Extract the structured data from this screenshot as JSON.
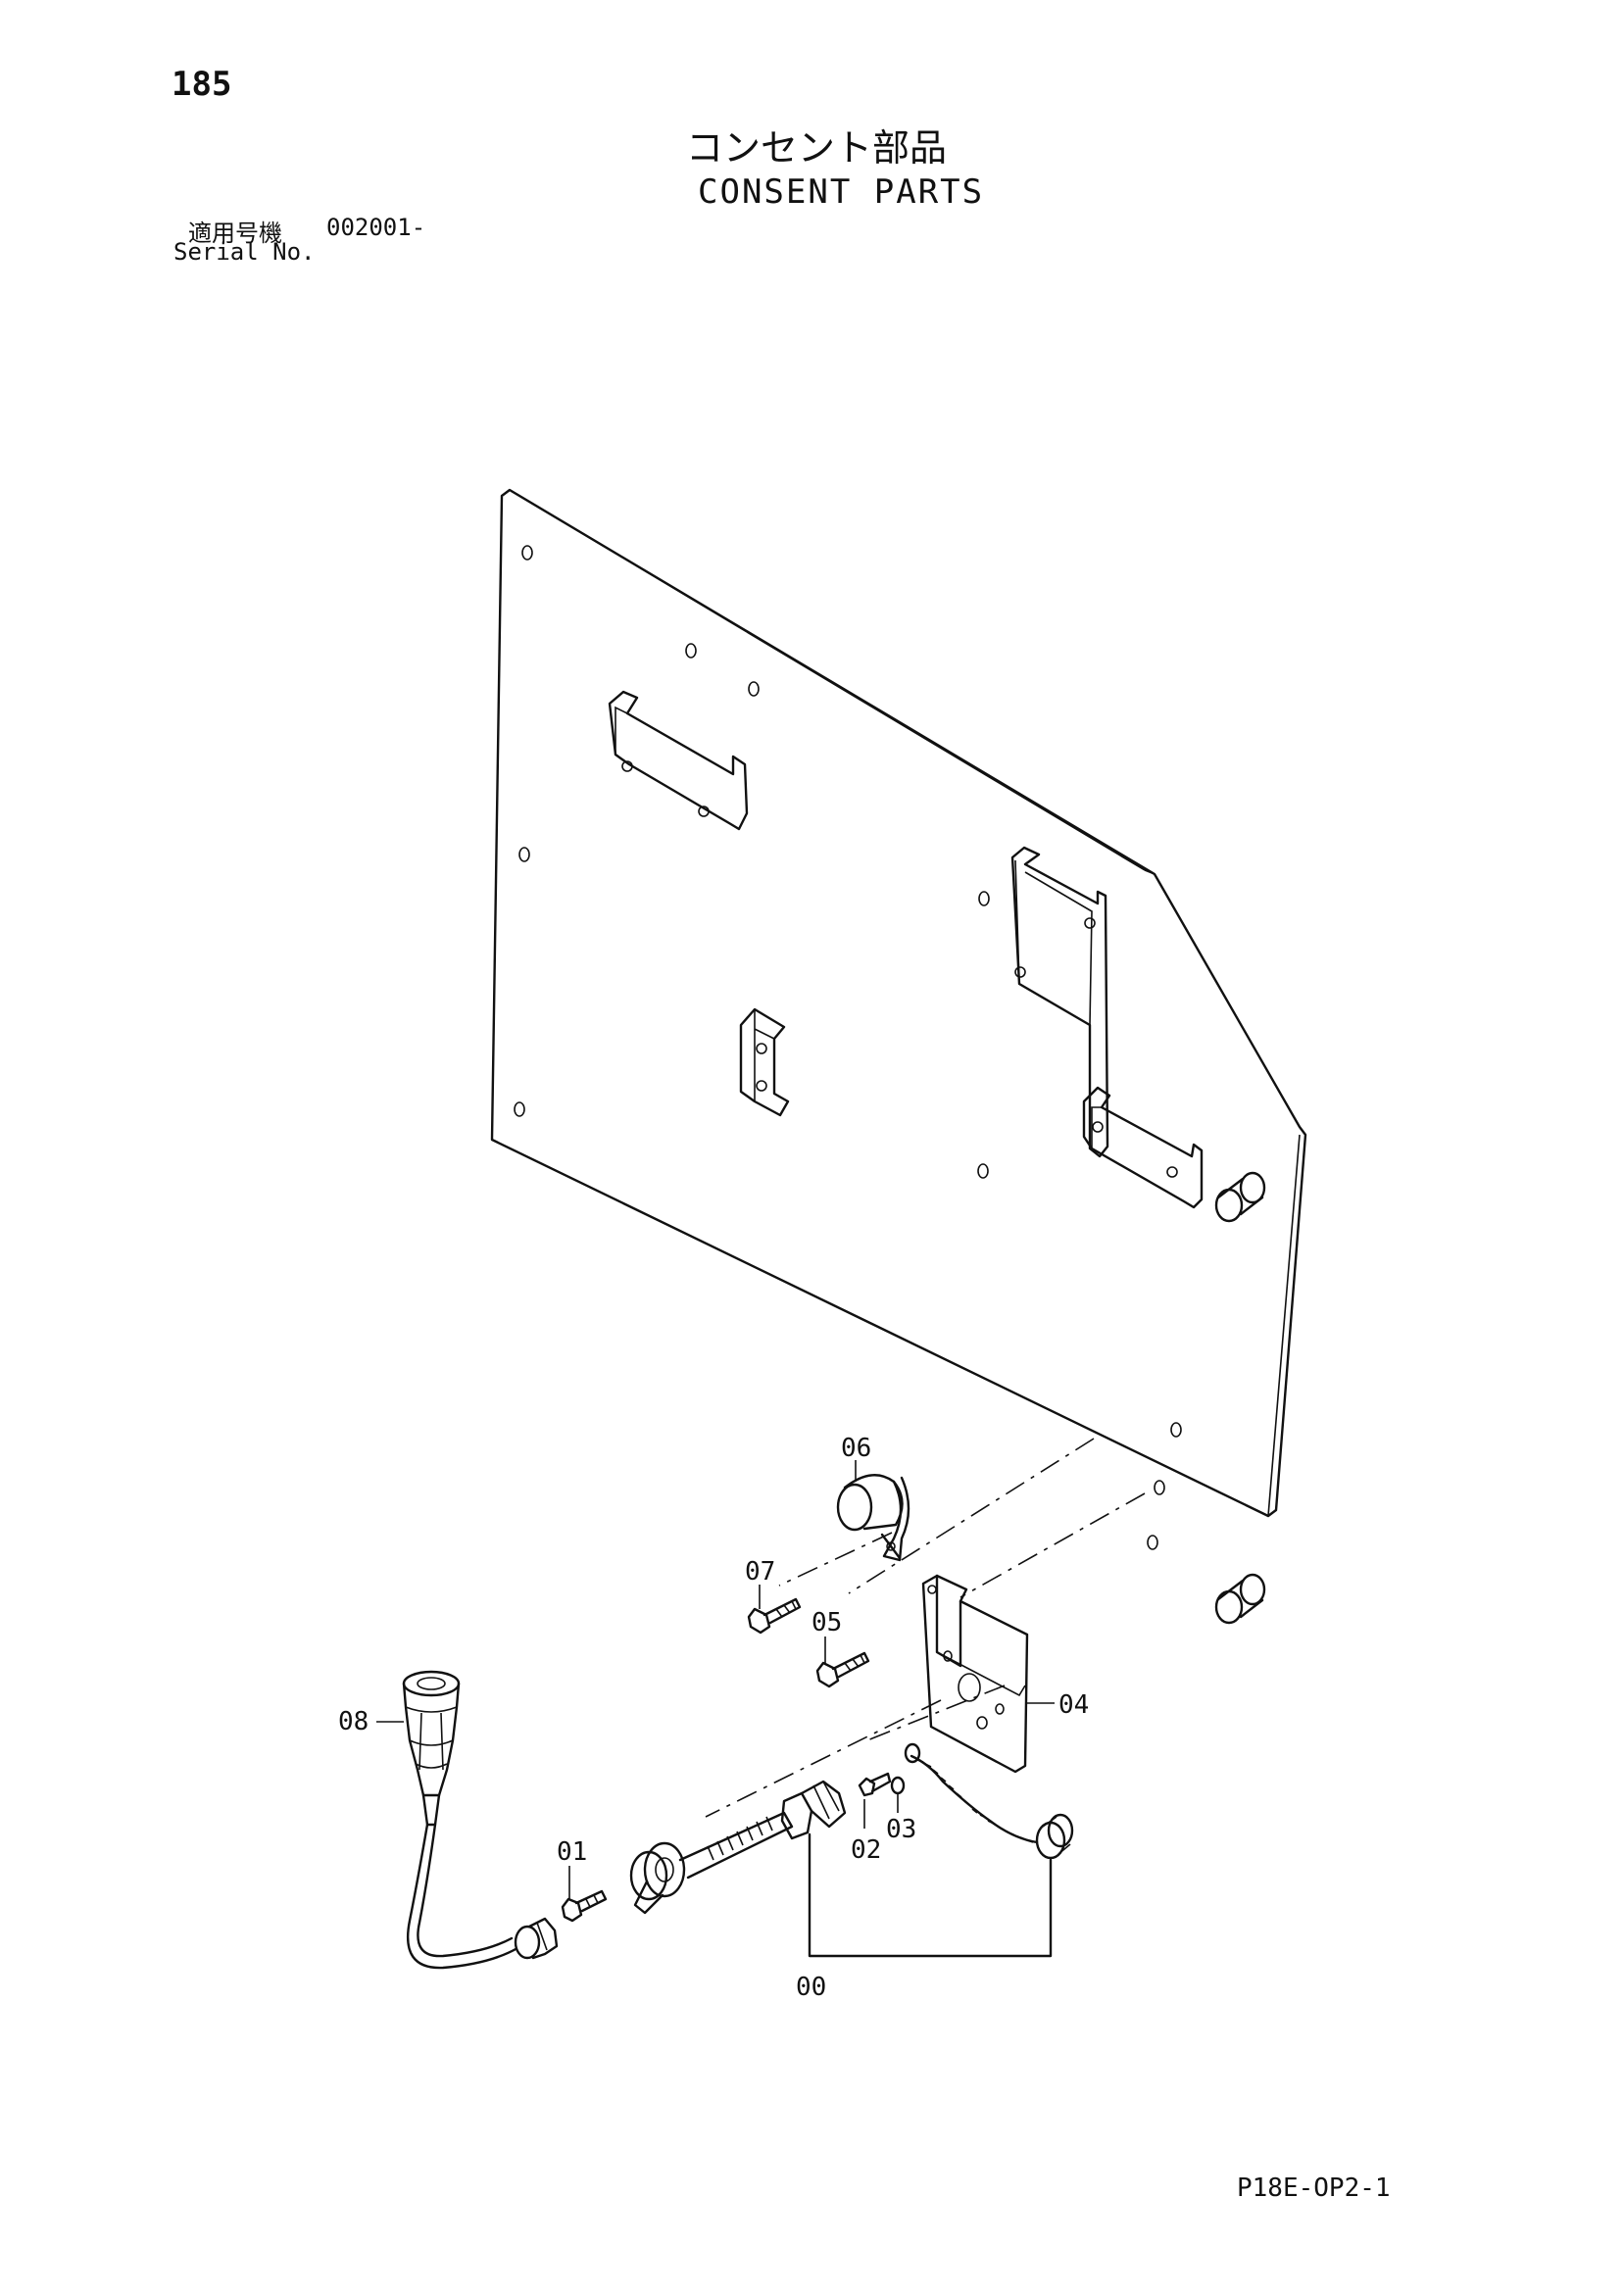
{
  "page_number": "185",
  "title_ja": "コンセント部品",
  "title_en": "CONSENT PARTS",
  "serial_label_ja": "適用号機",
  "serial_value": "002001-",
  "serial_label_en": "Serial No.",
  "callouts": {
    "c00": "00",
    "c01": "01",
    "c02": "02",
    "c03": "03",
    "c04": "04",
    "c05": "05",
    "c06": "06",
    "c07": "07",
    "c08": "08"
  },
  "footer_code": "P18E-OP2-1"
}
